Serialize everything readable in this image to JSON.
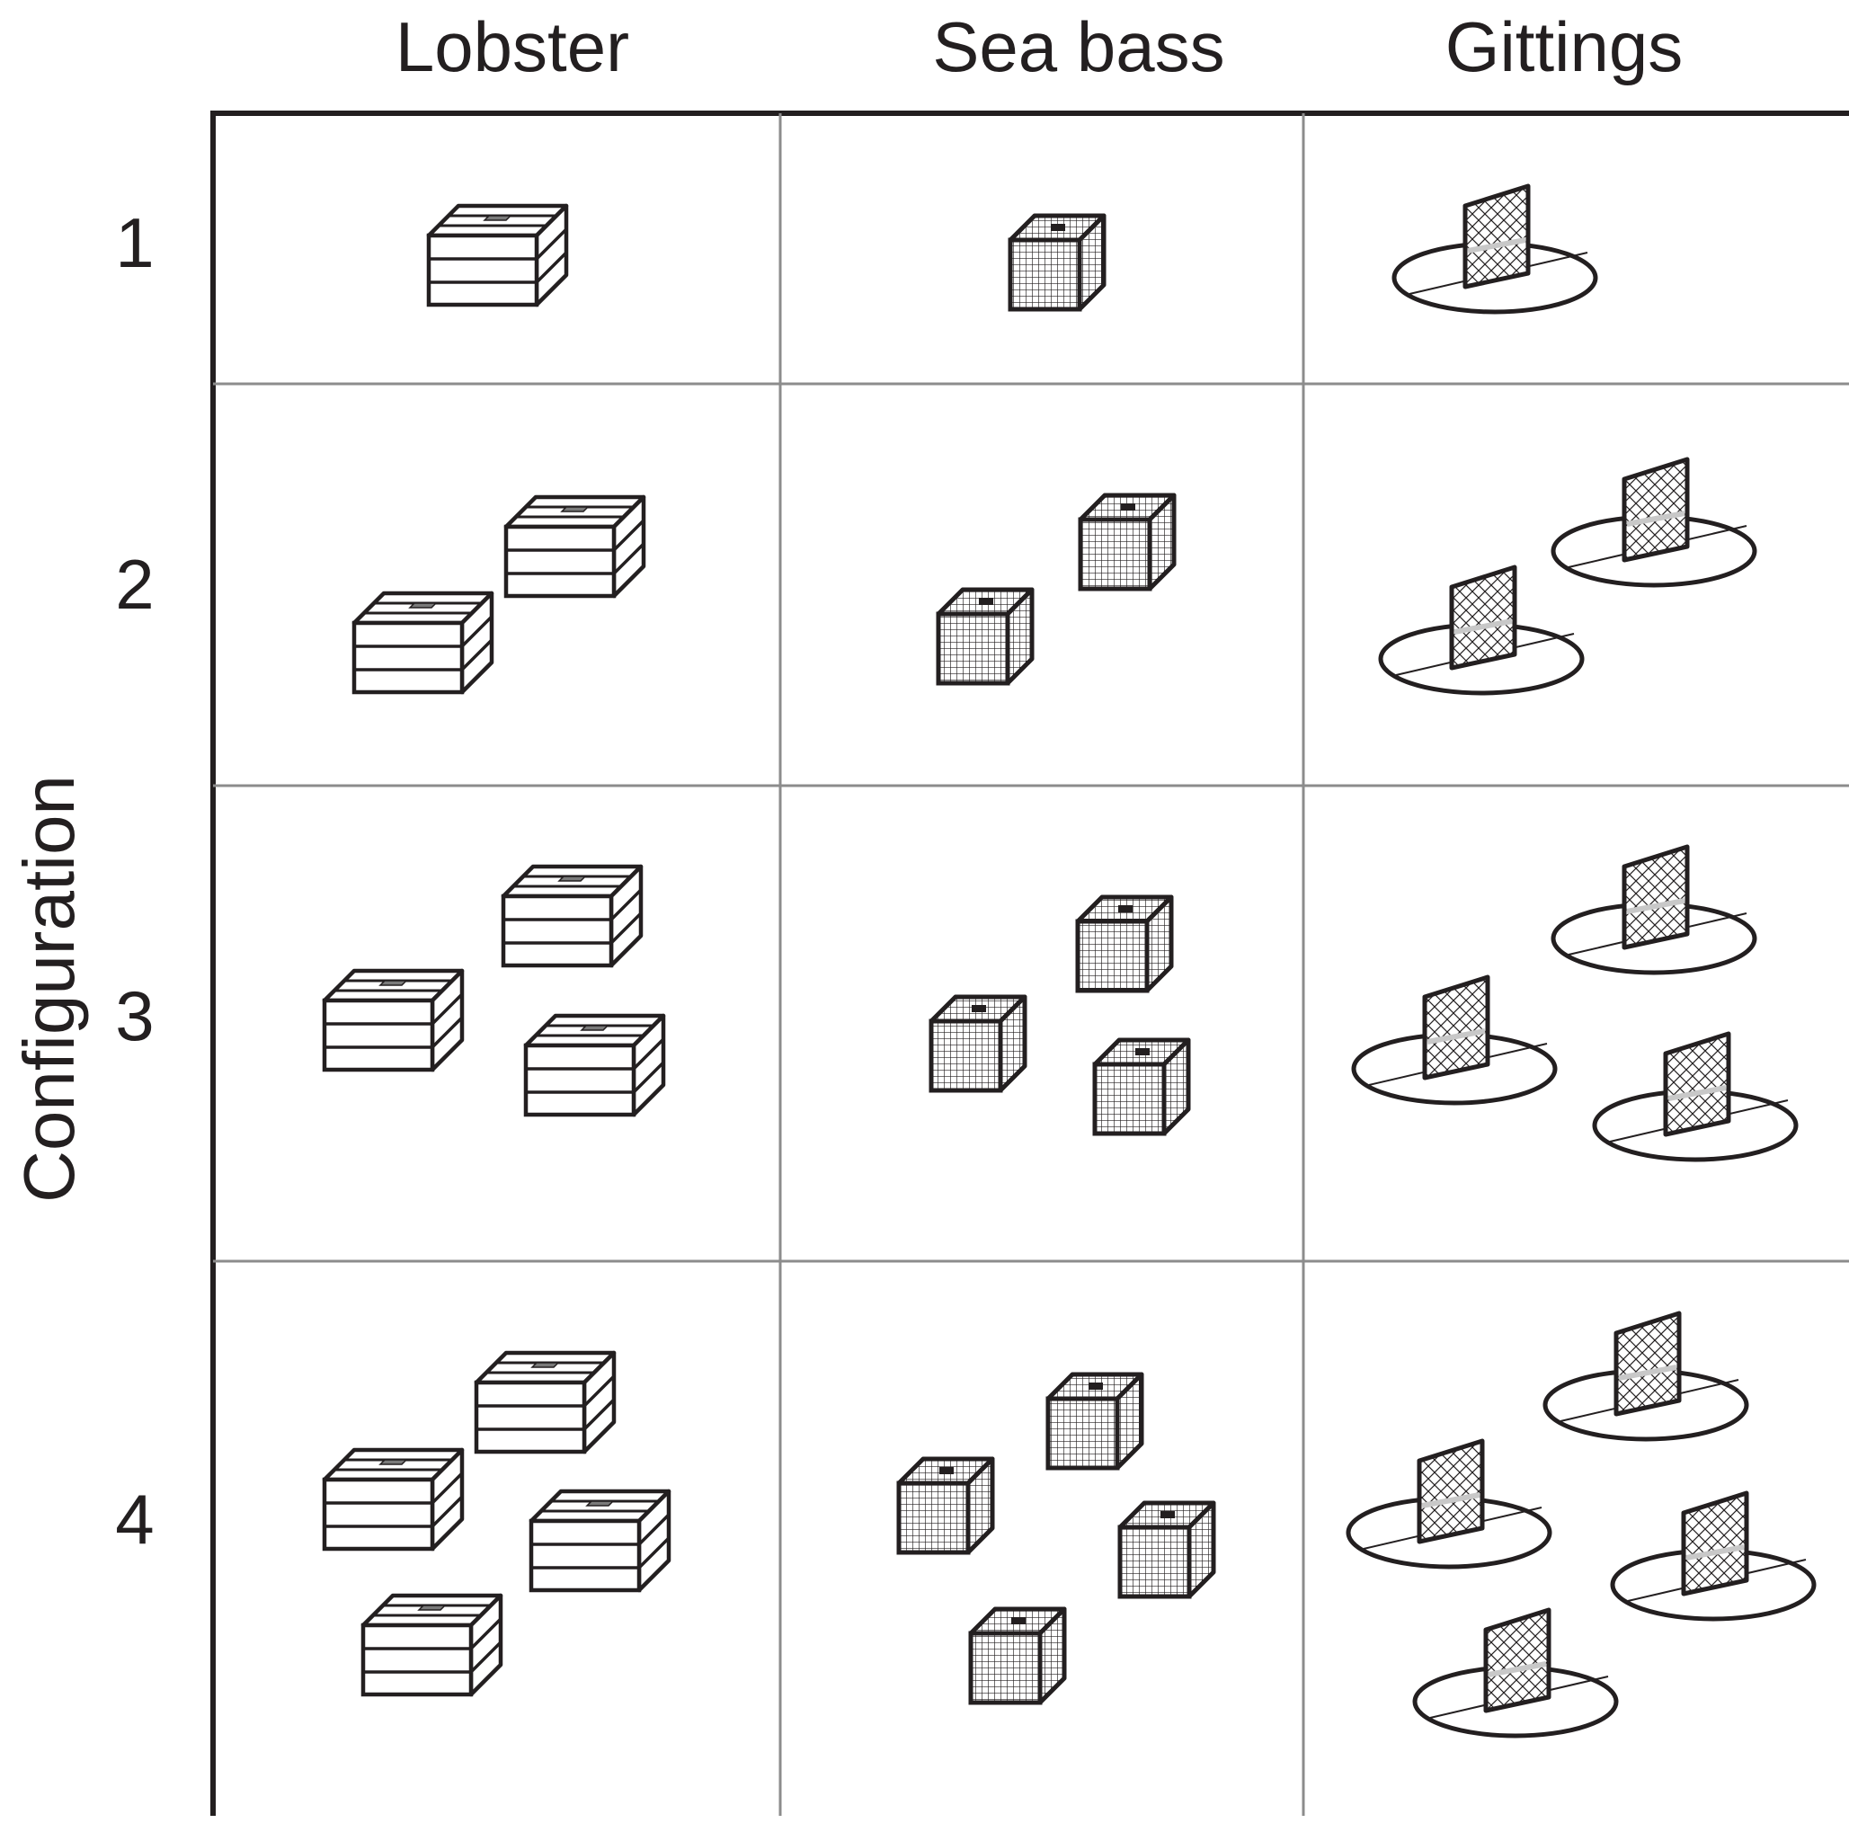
{
  "figure": {
    "axis_title": "Configuration",
    "columns": [
      {
        "id": "lobster",
        "label": "Lobster",
        "icon": "lobster-pot-icon"
      },
      {
        "id": "seabass",
        "label": "Sea bass",
        "icon": "sea-bass-cage-icon"
      },
      {
        "id": "gittings",
        "label": "Gittings",
        "icon": "gitting-net-icon"
      }
    ],
    "rows": [
      {
        "label": "1",
        "count": 1
      },
      {
        "label": "2",
        "count": 2
      },
      {
        "label": "3",
        "count": 3
      },
      {
        "label": "4",
        "count": 4
      }
    ],
    "colors": {
      "ink": "#231f20",
      "grid": "#8c8c8c",
      "box_grey": "#7a7a7a"
    }
  }
}
